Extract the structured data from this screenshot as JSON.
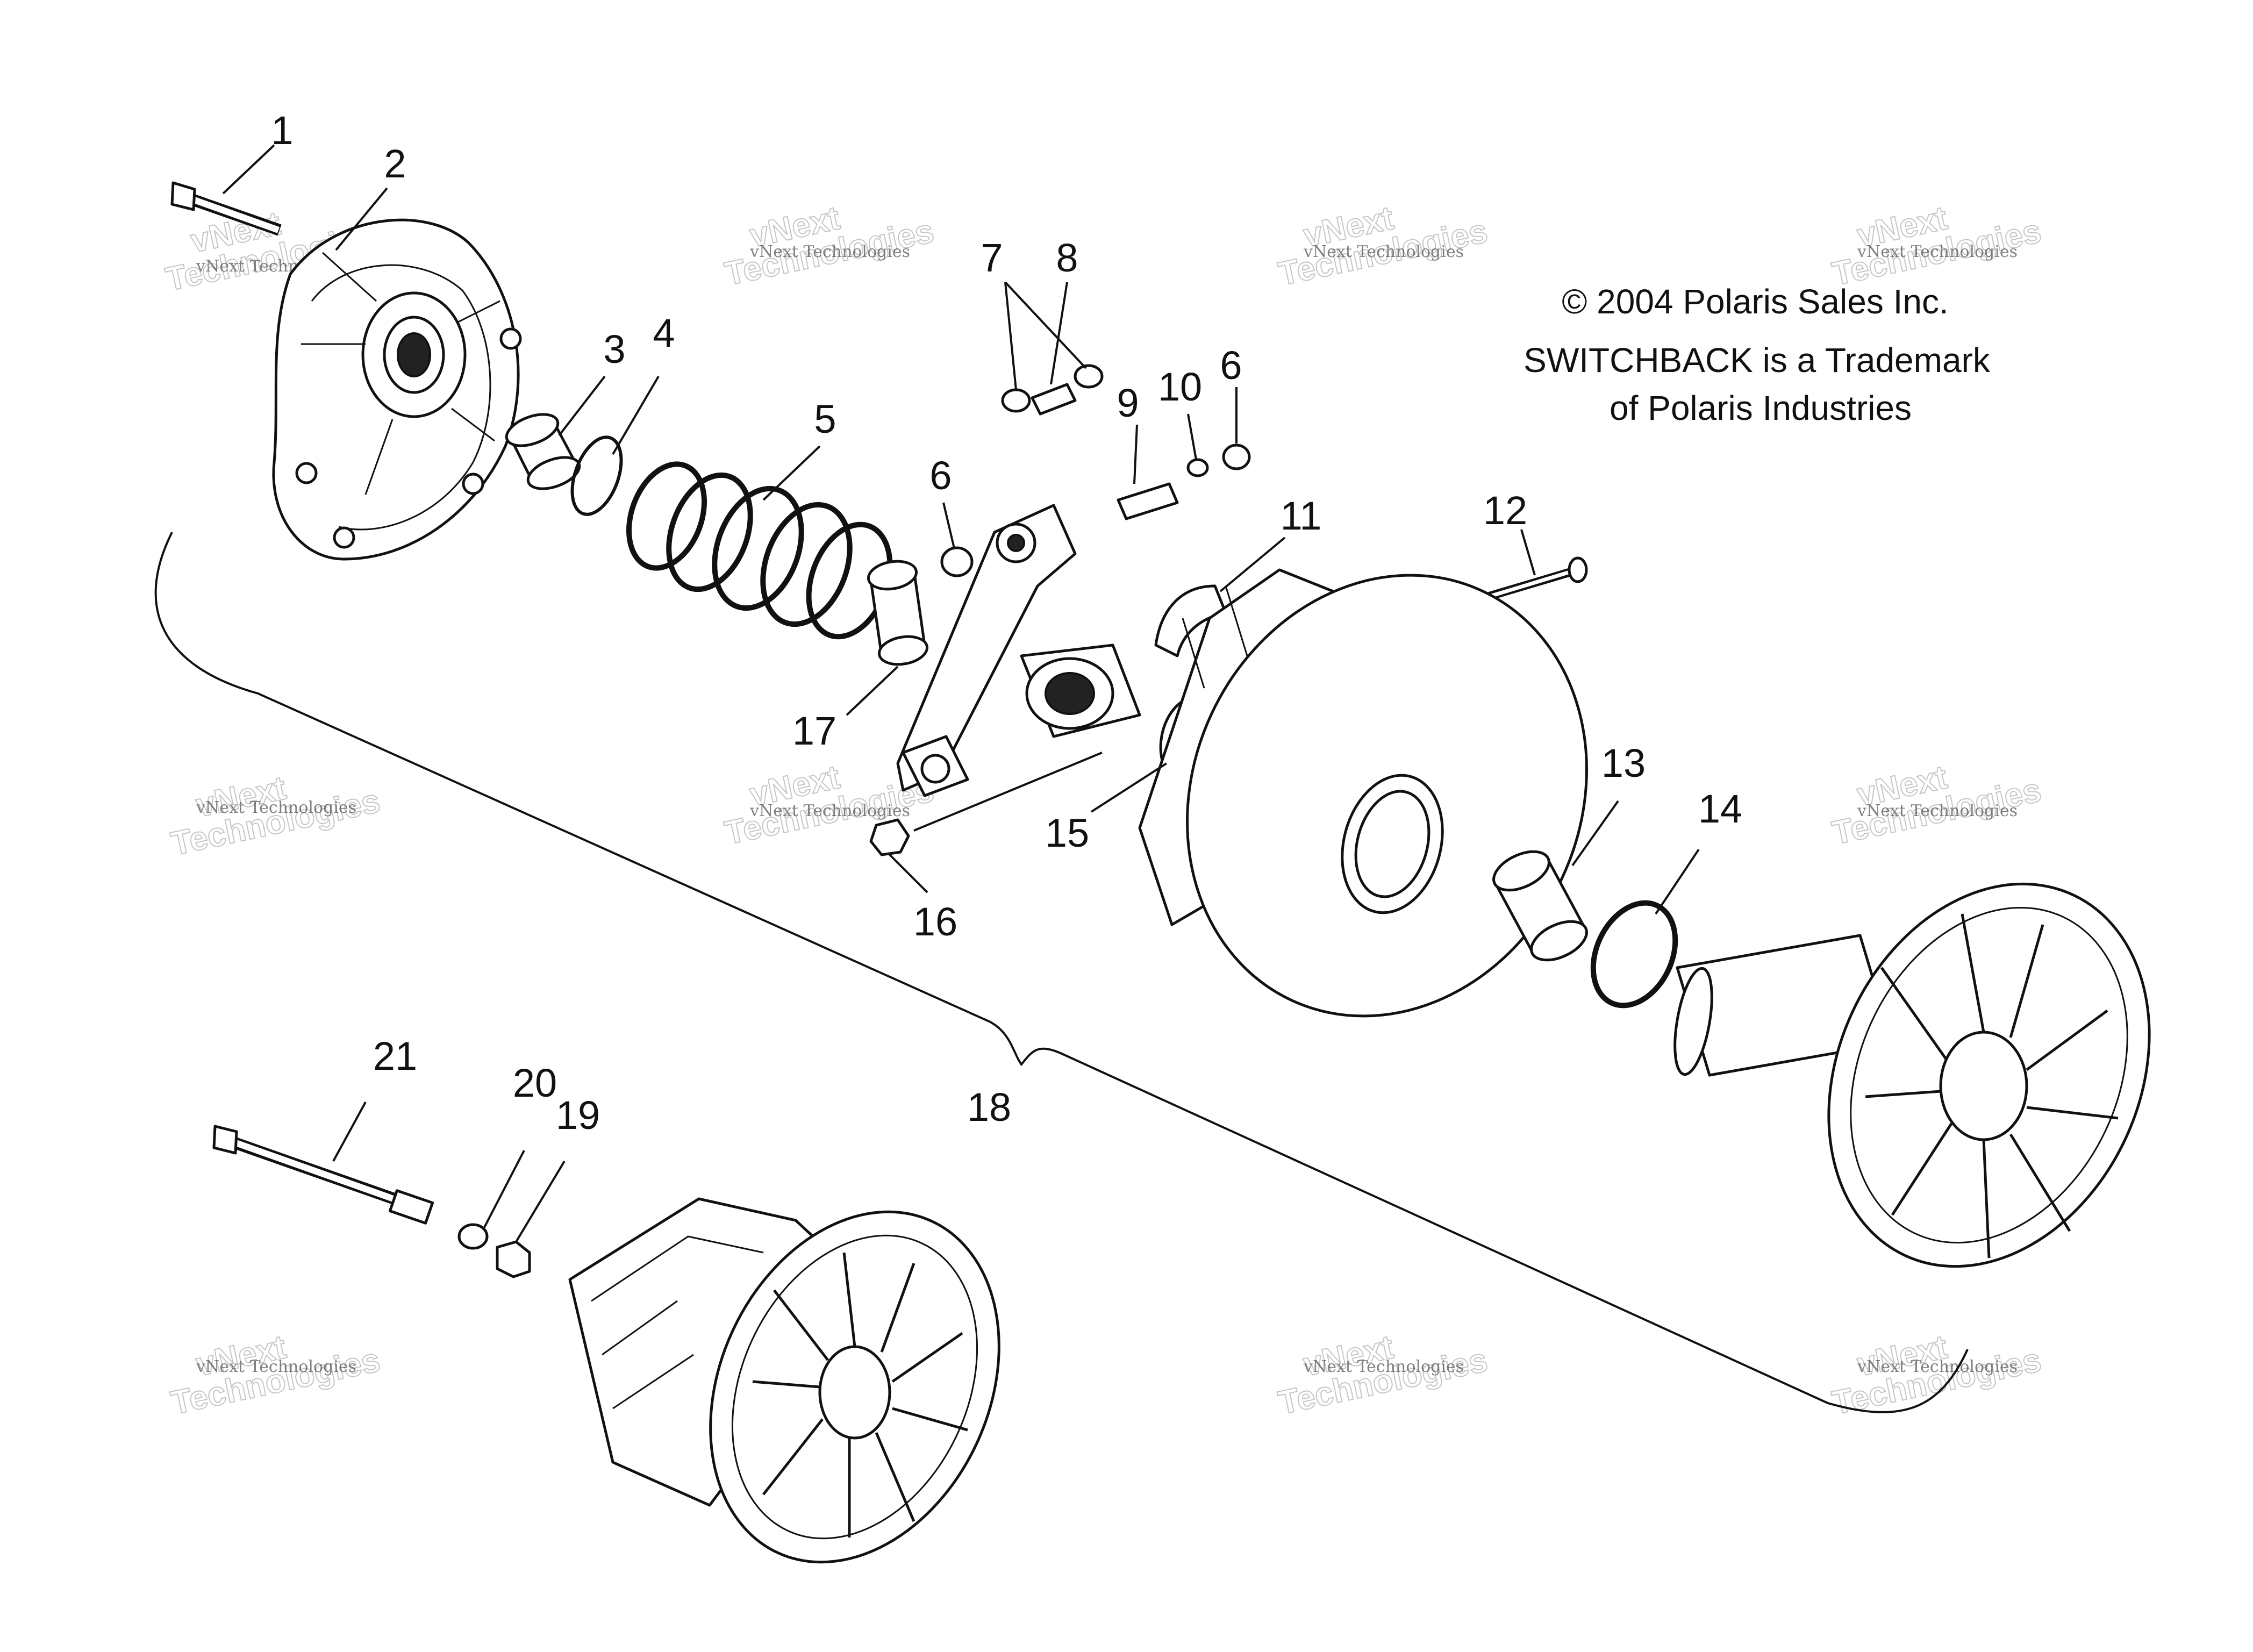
{
  "copyright": {
    "line1": "© 2004 Polaris Sales Inc.",
    "line2": "SWITCHBACK is a Trademark",
    "line3": "of Polaris Industries"
  },
  "watermark": {
    "small": "vNext Technologies",
    "large_top": "vNext",
    "large_bottom": "Technologies"
  },
  "callouts": {
    "c1": "1",
    "c2": "2",
    "c3": "3",
    "c4": "4",
    "c5": "5",
    "c6a": "6",
    "c6b": "6",
    "c7": "7",
    "c8": "8",
    "c9": "9",
    "c10": "10",
    "c11": "11",
    "c12": "12",
    "c13": "13",
    "c14": "14",
    "c15": "15",
    "c16": "16",
    "c17": "17",
    "c18": "18",
    "c19": "19",
    "c20": "20",
    "c21": "21"
  },
  "colors": {
    "ink": "#111111",
    "watermark": "#b8b8b8",
    "background": "#ffffff"
  }
}
